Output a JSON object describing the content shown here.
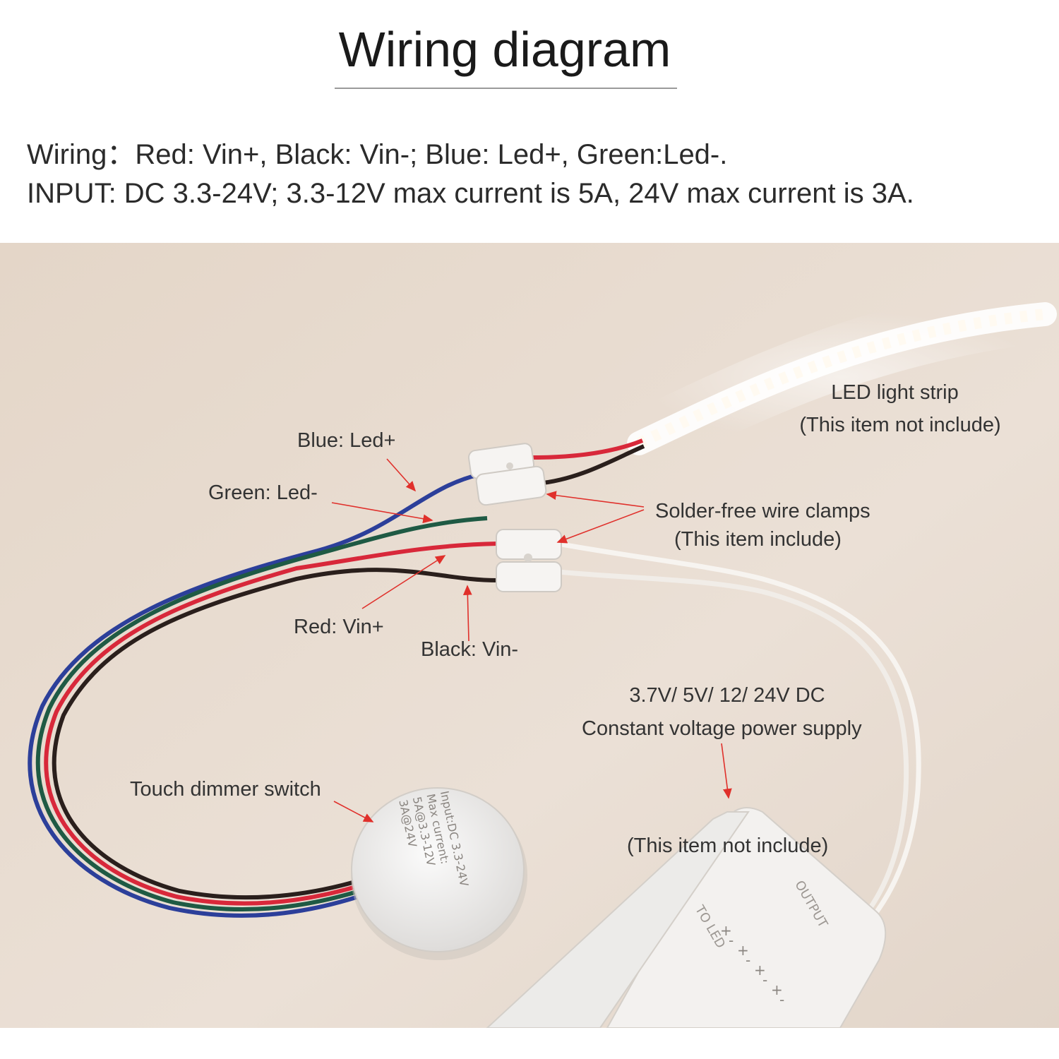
{
  "title": "Wiring diagram",
  "spec": {
    "line1": "Wiring：Red: Vin+, Black: Vin-;  Blue: Led+, Green:Led-.",
    "line2": "INPUT:  DC 3.3-24V;  3.3-12V max current is 5A, 24V max current is 3A."
  },
  "labels": {
    "led_strip": "LED light strip",
    "led_strip_note": "(This item not include)",
    "blue": "Blue: Led+",
    "green": "Green: Led-",
    "clamps": "Solder-free wire clamps",
    "clamps_note": "(This item include)",
    "red": "Red: Vin+",
    "black": "Black: Vin-",
    "psu_voltage": "3.7V/ 5V/ 12/ 24V DC",
    "psu_name": "Constant voltage power supply",
    "psu_note": "(This item not include)",
    "touch_switch": "Touch dimmer switch"
  },
  "device_print": {
    "switch_lines": [
      "Input:DC 3.3-24V",
      "Max current:",
      "5A@3.3-12V",
      "3A@24V"
    ],
    "psu_output": "OUTPUT",
    "psu_to_led": "TO LED",
    "psu_terminals": [
      "+",
      "-",
      "+",
      "-",
      "+",
      "-",
      "+",
      "-"
    ]
  },
  "colors": {
    "background_photo": "#e6d9cc",
    "wire_red": "#d8283a",
    "wire_black": "#2a1f1c",
    "wire_blue": "#2c3f9a",
    "wire_green": "#1f5a44",
    "annotation_arrow": "#e0302b"
  }
}
